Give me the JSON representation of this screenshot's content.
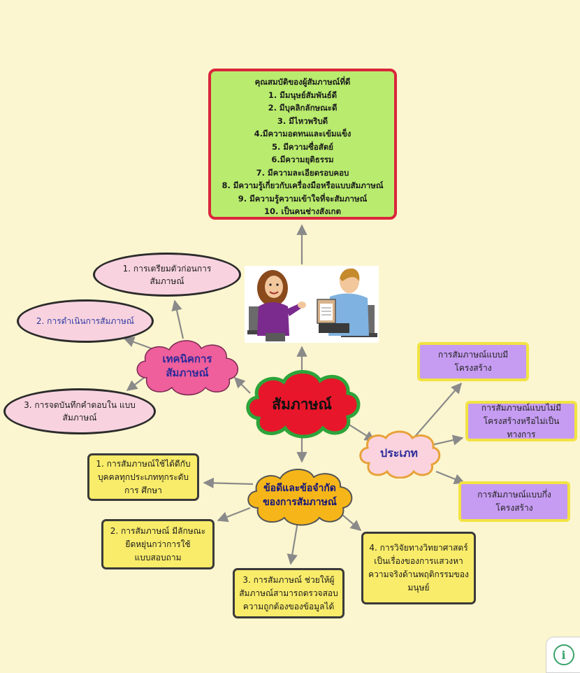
{
  "qualities": {
    "title": "คุณสมบัติของผู้สัมภาษณ์ที่ดี",
    "items": [
      "1. มีมนุษย์สัมพันธ์ดี",
      "2. มีบุคลิกลักษณะดี",
      "3. มีไหวพริบดี",
      "4.มีความอดทนและเข้มแข็ง",
      "5. มีความซื่อสัตย์",
      "6.มีความยุติธรรม",
      "7. มีความละเอียดรอบคอบ",
      "8. มีความรู้เกี่ยวกับเครื่องมือหรือแบบสัมภาษณ์",
      "9. มีความรู้ความเข้าใจที่จะสัมภาษณ์",
      "10. เป็นคนช่างสังเกต"
    ]
  },
  "center": {
    "label": "สัมภาษณ์"
  },
  "techniques": {
    "label": "เทคนิคการ สัมภาษณ์",
    "items": [
      "1. การเตรียมตัวก่อนการ สัมภาษณ์",
      "2. การดำเนินการสัมภาษณ์",
      "3. การจดบันทึกคำตอบใน แบบสัมภาษณ์"
    ]
  },
  "types": {
    "label": "ประเภท",
    "items": [
      "การสัมภาษณ์แบบมีโครงสร้าง",
      "การสัมภาษณ์แบบไม่มี โครงสร้างหรือไม่เป็นทางการ",
      "การสัมภาษณ์แบบกึ่ง โครงสร้าง"
    ]
  },
  "pros_cons": {
    "label": "ข้อดีและข้อจำกัด ของการสัมภาษณ์",
    "items": [
      "1. การสัมภาษณ์ใช้ได้ดีกับ บุคคลทุกประเภททุกระดับการ ศึกษา",
      "2. การสัมภาษณ์ มีลักษณะ ยืดหยุ่นกว่าการใช้ แบบสอบถาม",
      "3. การสัมภาษณ์ ช่วยให้ผู้ สัมภาษณ์สามารถตรวจสอบ ความถูกต้องของข้อมูลได้",
      "4. การวิจัยทางวิทยาศาสตร์ เป็นเรื่องของการแสวงหา ความจริงด้านพฤติกรรมของ มนุษย์"
    ]
  },
  "help_button": {
    "icon": "info-icon",
    "glyph": "i"
  },
  "colors": {
    "background": "#fbf6cf",
    "qualities_fill": "#b9ec6e",
    "qualities_border": "#d9263a",
    "center_cloud": "#e8162a",
    "center_cloud_outline": "#2da43a",
    "technique_cloud": "#ee5f9c",
    "type_cloud": "#fbd3de",
    "pros_cloud": "#f6b619",
    "ellipse_fill": "#f8d3df",
    "type_box_fill": "#c69cf2",
    "type_box_border": "#f2e342",
    "pros_box_fill": "#f9ec6a",
    "arrow": "#8a8a8a"
  }
}
